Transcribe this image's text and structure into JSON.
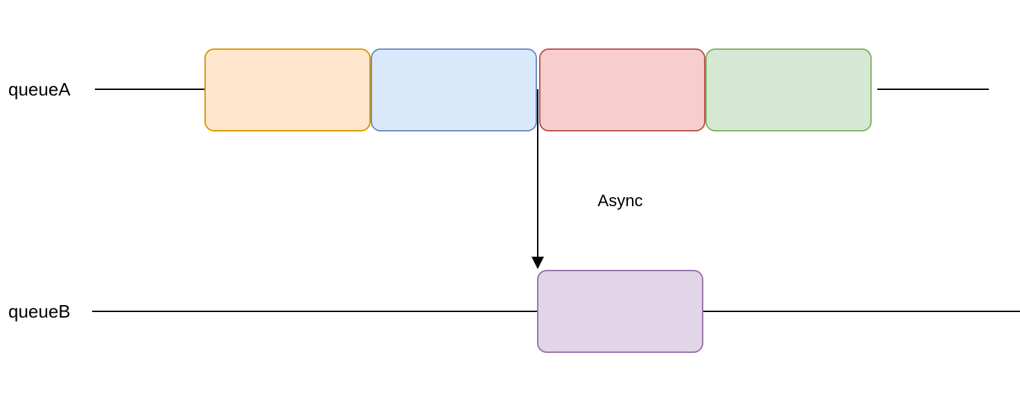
{
  "colors": {
    "background": "#FFFFFF",
    "line": "#000000",
    "text": "#000000"
  },
  "queue_a": {
    "label": "queueA",
    "blocks": [
      {
        "name": "orange-block",
        "fill": "#FFE6CC",
        "stroke": "#D79B00"
      },
      {
        "name": "blue-block",
        "fill": "#DAE8FC",
        "stroke": "#6C8EBF"
      },
      {
        "name": "red-block",
        "fill": "#F8CECC",
        "stroke": "#B85450"
      },
      {
        "name": "green-block",
        "fill": "#D5E8D4",
        "stroke": "#82B366"
      }
    ]
  },
  "queue_b": {
    "label": "queueB",
    "blocks": [
      {
        "name": "purple-block",
        "fill": "#E1D5E7",
        "stroke": "#9673A6"
      }
    ]
  },
  "arrow": {
    "label": "Async",
    "color": "#000000"
  }
}
